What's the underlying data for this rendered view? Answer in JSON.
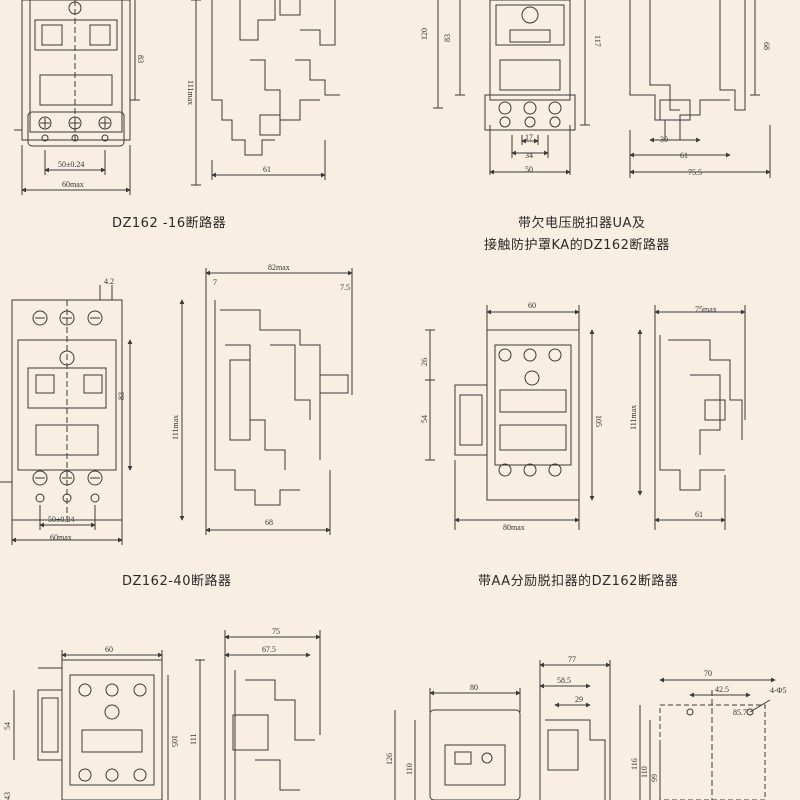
{
  "captions": {
    "dz162_16": "DZ162 -16断路器",
    "ua_ka_line1": "带欠电压脱扣器UA及",
    "ua_ka_line2": "接触防护罩KA的DZ162断路器",
    "dz162_40": "DZ162-40断路器",
    "aa": "带AA分励脱扣器的DZ162断路器"
  },
  "dimensions": {
    "d16_height": "83",
    "d16_height_max": "111max",
    "d16_pitch": "50±0.24",
    "d16_width": "60max",
    "d16_depth": "61",
    "ua_120": "120",
    "ua_83": "83",
    "ua_117": "117",
    "ua_68": "68",
    "ua_17": "17",
    "ua_34": "34",
    "ua_50": "50",
    "ua_30": "30",
    "ua_61": "61",
    "ua_75_5": "75.5",
    "d40_4_2": "4.2",
    "d40_82max": "82max",
    "d40_7": "7",
    "d40_7_5": "7.5",
    "d40_83": "83",
    "d40_111max": "111max",
    "d40_pitch": "50±0.24",
    "d40_60max": "60max",
    "d40_68": "68",
    "aa_60": "60",
    "aa_75max": "75max",
    "aa_26": "26",
    "aa_54": "54",
    "aa_105": "105",
    "aa_111max": "111max",
    "aa_80max": "80max",
    "aa_61": "61",
    "b1_43": "43",
    "b1_54": "54",
    "b1_60": "60",
    "b1_105": "105",
    "b1_75": "75",
    "b1_67_5": "67.5",
    "b1_111": "111",
    "b2_80": "80",
    "b2_126": "126",
    "b2_110": "110",
    "b2_77": "77",
    "b2_58_5": "58.5",
    "b2_29": "29",
    "b2_70": "70",
    "b2_42_5": "42.5",
    "b2_4phi5": "4-Φ5",
    "b2_85_7": "85.7",
    "b2_116": "116",
    "b2_110b": "110",
    "b2_99": "99"
  },
  "colors": {
    "background": "#f9eee2",
    "line": "#3a3a3a",
    "text": "#333333"
  }
}
